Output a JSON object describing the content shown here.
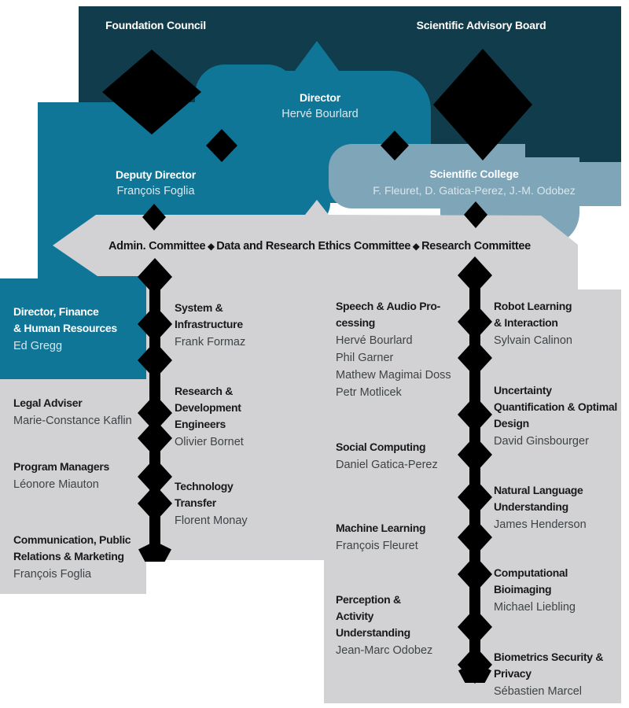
{
  "colors": {
    "dark_navy": "#113C4B",
    "teal": "#0F7697",
    "light_blue": "#7EA5B8",
    "gray": "#D2D2D4",
    "black": "#000000"
  },
  "top": {
    "foundation_council": "Foundation Council",
    "scientific_advisory_board": "Scientific Advisory Board",
    "director": {
      "title": "Director",
      "name": "Hervé Bourlard"
    },
    "deputy_director": {
      "title": "Deputy Director",
      "name": "François Foglia"
    },
    "scientific_college": {
      "title": "Scientific College",
      "name": "F. Fleuret, D. Gatica-Perez, J.-M. Odobez"
    }
  },
  "committees": {
    "admin": "Admin. Committee",
    "ethics": "Data and Research Ethics Committee",
    "research": "Research Committee",
    "separator": "◆"
  },
  "units": [
    {
      "id": "finance",
      "title_lines": [
        "Director, Finance",
        "& Human Resources"
      ],
      "names": [
        "Ed Gregg"
      ]
    },
    {
      "id": "legal",
      "title_lines": [
        "Legal Adviser"
      ],
      "names": [
        "Marie-Constance Kaflin"
      ]
    },
    {
      "id": "program",
      "title_lines": [
        "Program Managers"
      ],
      "names": [
        "Léonore Miauton"
      ]
    },
    {
      "id": "communication",
      "title_lines": [
        "Communication, Public",
        "Relations & Marketing"
      ],
      "names": [
        "François Foglia"
      ]
    },
    {
      "id": "system",
      "title_lines": [
        "System &",
        "Infrastructure"
      ],
      "names": [
        "Frank Formaz"
      ]
    },
    {
      "id": "rde",
      "title_lines": [
        "Research &",
        "Development",
        "Engineers"
      ],
      "names": [
        "Olivier Bornet"
      ]
    },
    {
      "id": "tech",
      "title_lines": [
        "Technology",
        "Transfer"
      ],
      "names": [
        "Florent Monay"
      ]
    },
    {
      "id": "speech",
      "title_lines": [
        "Speech & Audio Pro-",
        "cessing"
      ],
      "names": [
        "Hervé Bourlard",
        "Phil Garner",
        "Mathew Magimai Doss",
        "Petr Motlicek"
      ]
    },
    {
      "id": "social",
      "title_lines": [
        "Social Computing"
      ],
      "names": [
        "Daniel Gatica-Perez"
      ]
    },
    {
      "id": "ml",
      "title_lines": [
        "Machine Learning"
      ],
      "names": [
        "François Fleuret"
      ]
    },
    {
      "id": "perception",
      "title_lines": [
        "Perception &",
        "Activity",
        "Understanding"
      ],
      "names": [
        "Jean-Marc Odobez"
      ]
    },
    {
      "id": "robot",
      "title_lines": [
        "Robot Learning",
        "& Interaction"
      ],
      "names": [
        "Sylvain Calinon"
      ]
    },
    {
      "id": "uncertainty",
      "title_lines": [
        "Uncertainty",
        "Quantification & Optimal",
        "Design"
      ],
      "names": [
        "David Ginsbourger"
      ]
    },
    {
      "id": "nlu",
      "title_lines": [
        "Natural Language",
        "Understanding"
      ],
      "names": [
        "James Henderson"
      ]
    },
    {
      "id": "bioimaging",
      "title_lines": [
        "Computational",
        "Bioimaging"
      ],
      "names": [
        "Michael Liebling"
      ]
    },
    {
      "id": "biometrics",
      "title_lines": [
        "Biometrics Security &",
        "Privacy"
      ],
      "names": [
        "Sébastien Marcel"
      ]
    }
  ]
}
